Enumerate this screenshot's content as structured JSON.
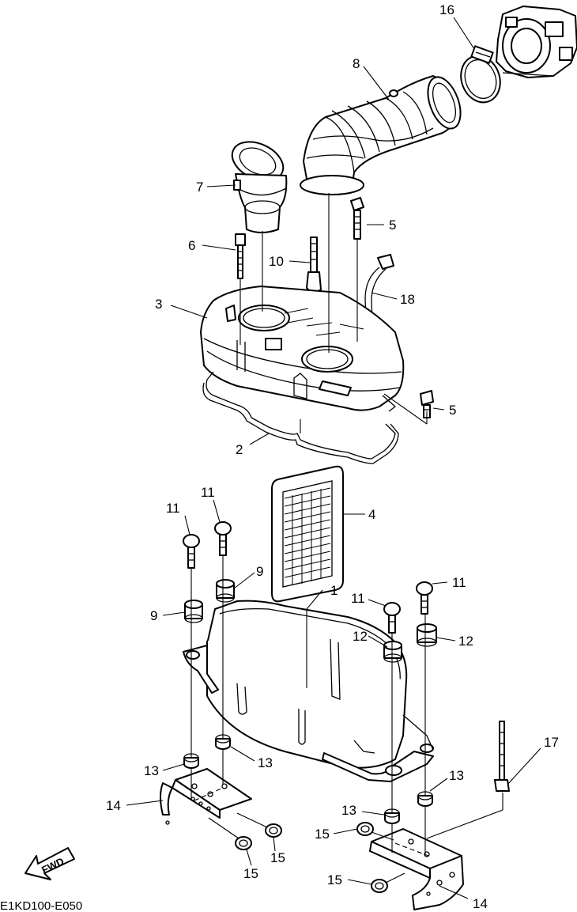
{
  "diagram": {
    "drawing_code": "E1KD100-E050",
    "fwd_label": "FWD",
    "callouts": {
      "c1": "1",
      "c2": "2",
      "c3": "3",
      "c4": "4",
      "c5a": "5",
      "c5b": "5",
      "c6": "6",
      "c7": "7",
      "c8": "8",
      "c9a": "9",
      "c9b": "9",
      "c10": "10",
      "c11a": "11",
      "c11b": "11",
      "c11c": "11",
      "c11d": "11",
      "c12a": "12",
      "c12b": "12",
      "c13a": "13",
      "c13b": "13",
      "c13c": "13",
      "c13d": "13",
      "c14a": "14",
      "c14b": "14",
      "c15a": "15",
      "c15b": "15",
      "c15c": "15",
      "c15d": "15",
      "c16": "16",
      "c17": "17",
      "c18": "18"
    }
  }
}
